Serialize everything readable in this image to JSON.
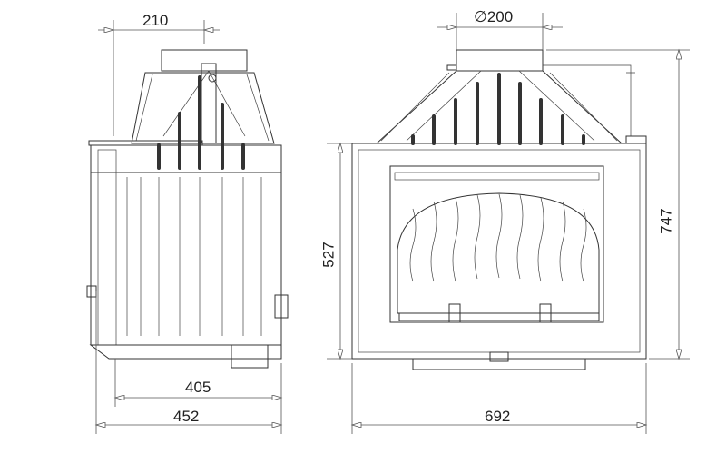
{
  "title": "Fireplace insert dimension drawing",
  "side_view": {
    "flue_offset": "210",
    "depth_inner": "405",
    "depth_total": "452"
  },
  "front_view": {
    "flue_diameter_symbol": "∅",
    "flue_diameter": "200",
    "body_height": "527",
    "total_height": "747",
    "width": "692"
  }
}
